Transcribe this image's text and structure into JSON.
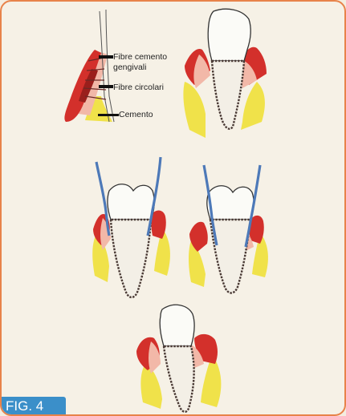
{
  "labels": {
    "fibre_cemento_gengivali_1": "Fibre cemento",
    "fibre_cemento_gengivali_2": "gengivali",
    "fibre_circolari": "Fibre circolari",
    "cemento": "Cemento"
  },
  "figure_tab": "FIG. 4",
  "colors": {
    "frame": "#e8834a",
    "background": "#f6f1e6",
    "gum_red": "#d3302b",
    "gum_pink": "#f2b8a8",
    "bone_yellow": "#f0e24a",
    "tooth": "#fbfbf7",
    "root_outline": "#4a3a35",
    "instrument_blue": "#4d79b8",
    "tab_blue": "#3b8fc9"
  }
}
